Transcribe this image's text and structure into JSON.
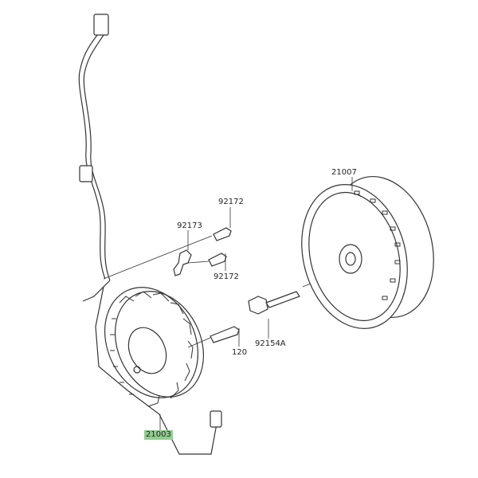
{
  "diagram": {
    "parts": [
      {
        "id": "flywheel",
        "number": "21007"
      },
      {
        "id": "screw-top",
        "number": "92172"
      },
      {
        "id": "clamp",
        "number": "92173"
      },
      {
        "id": "screw-bottom",
        "number": "92172"
      },
      {
        "id": "flywheel-bolt",
        "number": "92154A"
      },
      {
        "id": "stator-bolt",
        "number": "120"
      },
      {
        "id": "stator",
        "number": "21003"
      }
    ],
    "highlight_color": "#8fce8f"
  }
}
